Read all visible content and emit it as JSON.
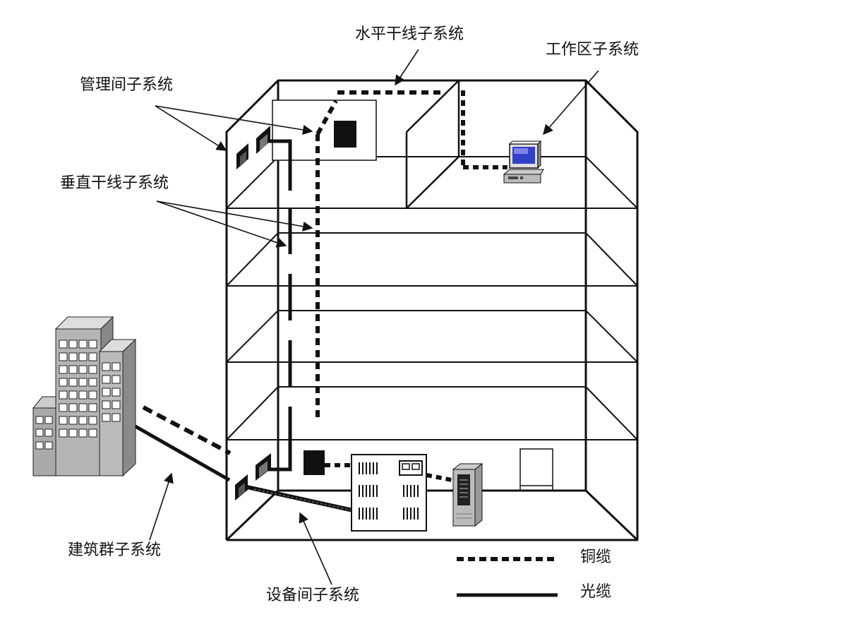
{
  "labels": {
    "horizontal": "水平干线子系统",
    "workarea": "工作区子系统",
    "admin": "管理间子系统",
    "vertical": "垂直干线子系统",
    "campus": "建筑群子系统",
    "equipment": "设备间子系统"
  },
  "legend": {
    "copper": "铜缆",
    "fiber": "光缆"
  },
  "icons": {
    "building": "office-building-icon",
    "computer": "desktop-computer-icon",
    "server": "server-tower-icon",
    "rack": "distribution-rack-icon"
  }
}
